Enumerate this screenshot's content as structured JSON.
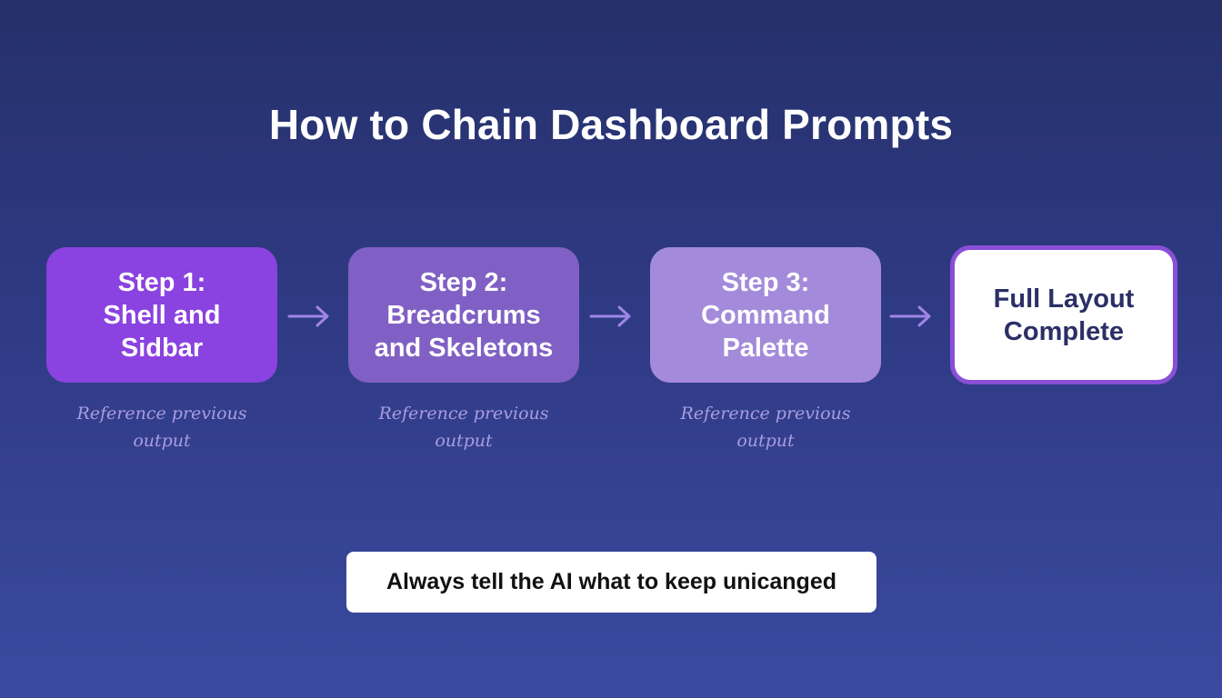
{
  "title": "How to Chain Dashboard Prompts",
  "steps": [
    {
      "label": "Step 1:\nShell and\nSidbar",
      "color": "#8a42e0"
    },
    {
      "label": "Step 2:\nBreadcrums\nand Skeletons",
      "color": "#8060c4"
    },
    {
      "label": "Step 3:\nCommand\nPalette",
      "color": "#a48ada"
    },
    {
      "label": "Full Layout\nComplete",
      "color": "#ffffff",
      "border_color": "#8a4fd6"
    }
  ],
  "notes": [
    "Reference previous output",
    "Reference previous output",
    "Reference previous output"
  ],
  "arrow_icon": "right-arrow-icon",
  "arrow_color": "#9f86e6",
  "tip": "Always tell the AI what to keep unicanged"
}
